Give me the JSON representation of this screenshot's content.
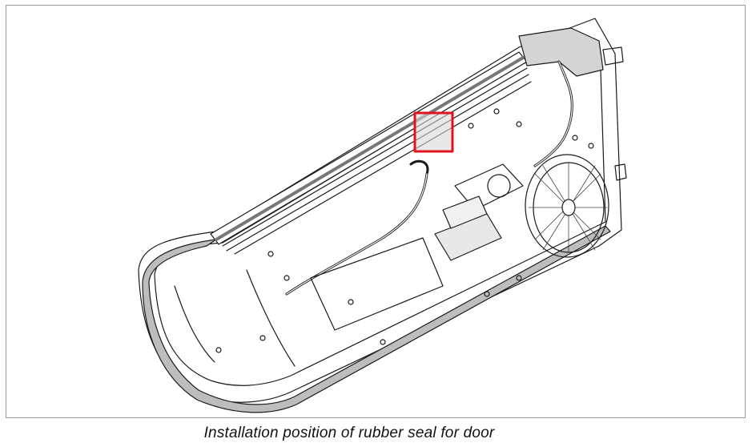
{
  "caption": "Installation position of rubber seal for door",
  "colors": {
    "frame_border": "#9a9a9a",
    "line": "#1a1a1a",
    "seal_fill": "#bdbdbd",
    "highlight": "#e0141e"
  },
  "parts": {
    "door_panel": "door-panel",
    "rubber_seal": "rubber-seal",
    "window_channel": "window-channel",
    "window_motor": "window-motor",
    "speaker": "speaker",
    "hinge_bracket": "hinge-bracket",
    "cable_harness": "cable-harness"
  }
}
